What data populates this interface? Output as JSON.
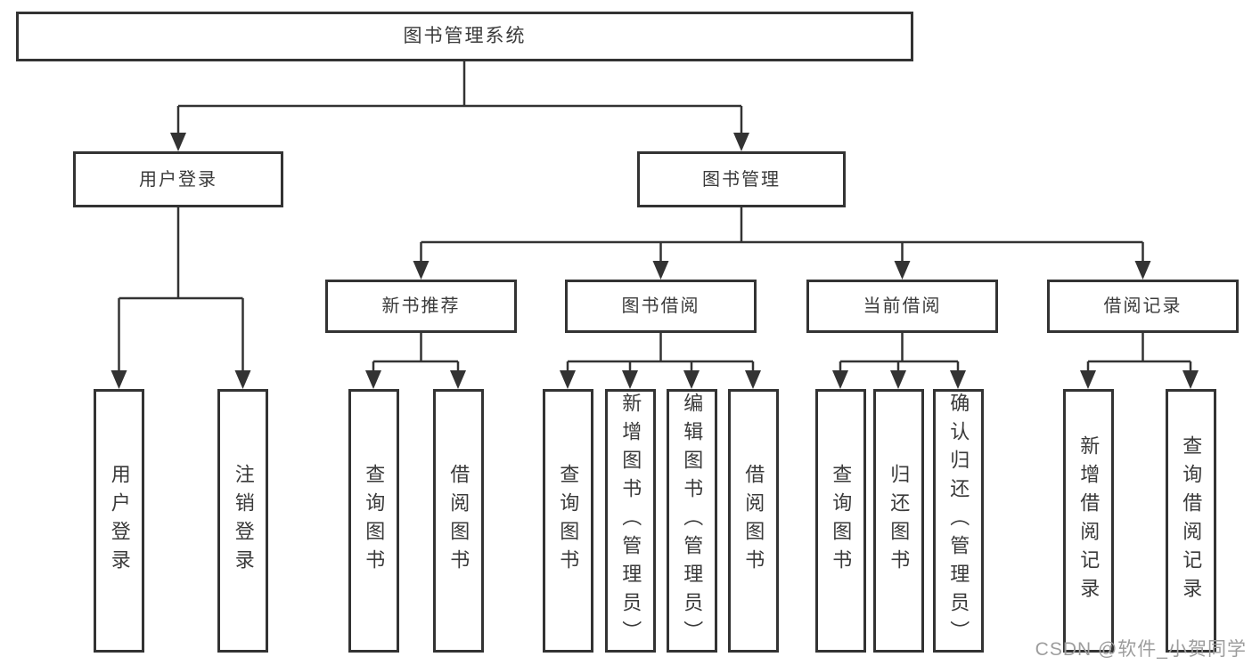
{
  "tree": {
    "label": "图书管理系统",
    "children": [
      {
        "label": "用户登录",
        "children": [
          {
            "label": "用户登录"
          },
          {
            "label": "注销登录"
          }
        ]
      },
      {
        "label": "图书管理",
        "children": [
          {
            "label": "新书推荐",
            "children": [
              {
                "label": "查询图书"
              },
              {
                "label": "借阅图书"
              }
            ]
          },
          {
            "label": "图书借阅",
            "children": [
              {
                "label": "查询图书"
              },
              {
                "label": "新增图书（管理员）"
              },
              {
                "label": "编辑图书（管理员）"
              },
              {
                "label": "借阅图书"
              }
            ]
          },
          {
            "label": "当前借阅",
            "children": [
              {
                "label": "查询图书"
              },
              {
                "label": "归还图书"
              },
              {
                "label": "确认归还（管理员）"
              }
            ]
          },
          {
            "label": "借阅记录",
            "children": [
              {
                "label": "新增借阅记录"
              },
              {
                "label": "查询借阅记录"
              }
            ]
          }
        ]
      }
    ]
  },
  "watermark": "CSDN @软件_小贺同学",
  "colors": {
    "line": "#333333",
    "text": "#3a3a3a",
    "watermark": "#9d9d9d",
    "background": "#ffffff"
  }
}
